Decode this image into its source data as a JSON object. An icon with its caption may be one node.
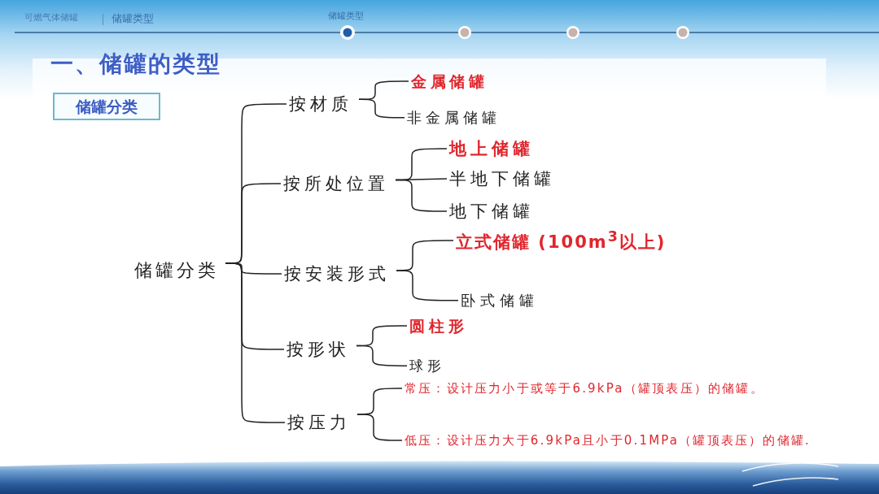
{
  "diagram": {
    "title": "一、储罐的类型",
    "nodes": [
      {
        "text": [
          "储罐分类"
        ]
      },
      {
        "text": [
          "储罐分类"
        ]
      },
      {
        "text": [
          "按材质"
        ]
      },
      {
        "text": [
          "金属储罐"
        ]
      },
      {
        "text": [
          "非金属储罐"
        ]
      },
      {
        "text": [
          "按所处位置"
        ]
      },
      {
        "text": [
          "地上储罐"
        ]
      },
      {
        "text": [
          "半地下储罐"
        ]
      },
      {
        "text": [
          "地下储罐"
        ]
      },
      {
        "text": [
          "按安装形式"
        ]
      },
      {
        "text": [
          "立式储罐 (100m$^{3}$以上)"
        ]
      },
      {
        "text": [
          "卧式储罐"
        ]
      },
      {
        "text": [
          "按形状"
        ]
      },
      {
        "text": [
          "圆柱形"
        ]
      },
      {
        "text": [
          "球形"
        ]
      },
      {
        "text": [
          "按压力"
        ]
      },
      {
        "text": [
          "常压：设计压力小于或等于6.9kPa（罐顶表压）的储罐。"
        ]
      },
      {
        "text": [
          "低压：设计压力大于6.9kPa且小于0.1MPa（罐顶表压）的储罐."
        ]
      }
    ],
    "edges": [
      {
        "from": 1,
        "to": 2,
        "arrow": "none"
      },
      {
        "from": 1,
        "to": 5,
        "arrow": "none"
      },
      {
        "from": 1,
        "to": 9,
        "arrow": "none"
      },
      {
        "from": 1,
        "to": 12,
        "arrow": "none"
      },
      {
        "from": 1,
        "to": 15,
        "arrow": "none"
      },
      {
        "from": 2,
        "to": 3,
        "arrow": "none"
      },
      {
        "from": 2,
        "to": 4,
        "arrow": "none"
      },
      {
        "from": 5,
        "to": 6,
        "arrow": "none"
      },
      {
        "from": 5,
        "to": 7,
        "arrow": "none"
      },
      {
        "from": 5,
        "to": 8,
        "arrow": "none"
      },
      {
        "from": 9,
        "to": 10,
        "arrow": "none"
      },
      {
        "from": 9,
        "to": 11,
        "arrow": "none"
      },
      {
        "from": 12,
        "to": 13,
        "arrow": "none"
      },
      {
        "from": 12,
        "to": 14,
        "arrow": "none"
      },
      {
        "from": 15,
        "to": 16,
        "arrow": "none"
      },
      {
        "from": 15,
        "to": 17,
        "arrow": "none"
      }
    ],
    "labels": [
      "可燃气体储罐",
      "储罐类型",
      "储罐类型"
    ]
  }
}
